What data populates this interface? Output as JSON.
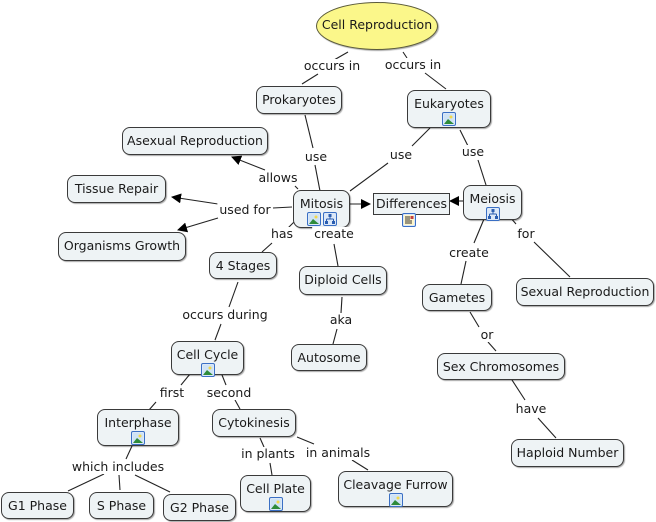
{
  "title": "Cell Reproduction",
  "concepts": {
    "root": "Cell Reproduction",
    "prokaryotes": "Prokaryotes",
    "eukaryotes": "Eukaryotes",
    "asexual_reproduction": "Asexual Reproduction",
    "tissue_repair": "Tissue Repair",
    "organisms_growth": "Organisms Growth",
    "mitosis": "Mitosis",
    "differences": "Differences",
    "meiosis": "Meiosis",
    "four_stages": "4 Stages",
    "diploid_cells": "Diploid Cells",
    "gametes": "Gametes",
    "sexual_reproduction": "Sexual Reproduction",
    "autosome": "Autosome",
    "cell_cycle": "Cell Cycle",
    "sex_chromosomes": "Sex Chromosomes",
    "interphase": "Interphase",
    "cytokinesis": "Cytokinesis",
    "haploid_number": "Haploid Number",
    "g1_phase": "G1 Phase",
    "s_phase": "S Phase",
    "g2_phase": "G2 Phase",
    "cell_plate": "Cell Plate",
    "cleavage_furrow": "Cleavage Furrow"
  },
  "linking_phrases": {
    "occurs_in_left": "occurs in",
    "occurs_in_right": "occurs in",
    "use_prok": "use",
    "use_euk_mitosis": "use",
    "use_euk_meiosis": "use",
    "allows": "allows",
    "used_for": "used for",
    "has": "has",
    "create_mitosis": "create",
    "create_meiosis": "create",
    "for": "for",
    "occurs_during": "occurs during",
    "aka": "aka",
    "or": "or",
    "first": "first",
    "second": "second",
    "have": "have",
    "which_includes": "which includes",
    "in_plants": "in plants",
    "in_animals": "in animals"
  },
  "resource_icons": {
    "eukaryotes": [
      "image-icon"
    ],
    "mitosis": [
      "image-icon",
      "concept-map-icon"
    ],
    "differences": [
      "document-icon"
    ],
    "meiosis": [
      "concept-map-icon"
    ],
    "cell_cycle": [
      "image-icon"
    ],
    "interphase": [
      "image-icon"
    ],
    "cell_plate": [
      "image-icon"
    ],
    "cleavage_furrow": [
      "image-icon"
    ]
  },
  "colors": {
    "root_fill": "#fbf78a",
    "node_fill": "#eef3f5",
    "border": "#3a3a3a",
    "icon_border": "#3a6fc4"
  }
}
